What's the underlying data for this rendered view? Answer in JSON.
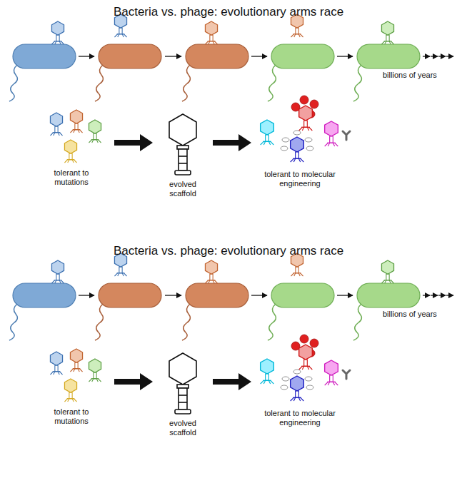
{
  "diagram": {
    "title": "Bacteria vs. phage: evolutionary arms race",
    "labels": [
      "billions of years",
      "tolerant to mutations",
      "evolved scaffold",
      "tolerant to molecular engineering",
      "Bacteria vs. phage: evolutionary arms race",
      "billions of years",
      "tolerant to mutations",
      "evolved scaffold",
      "tolerant to molecular engineering"
    ]
  }
}
